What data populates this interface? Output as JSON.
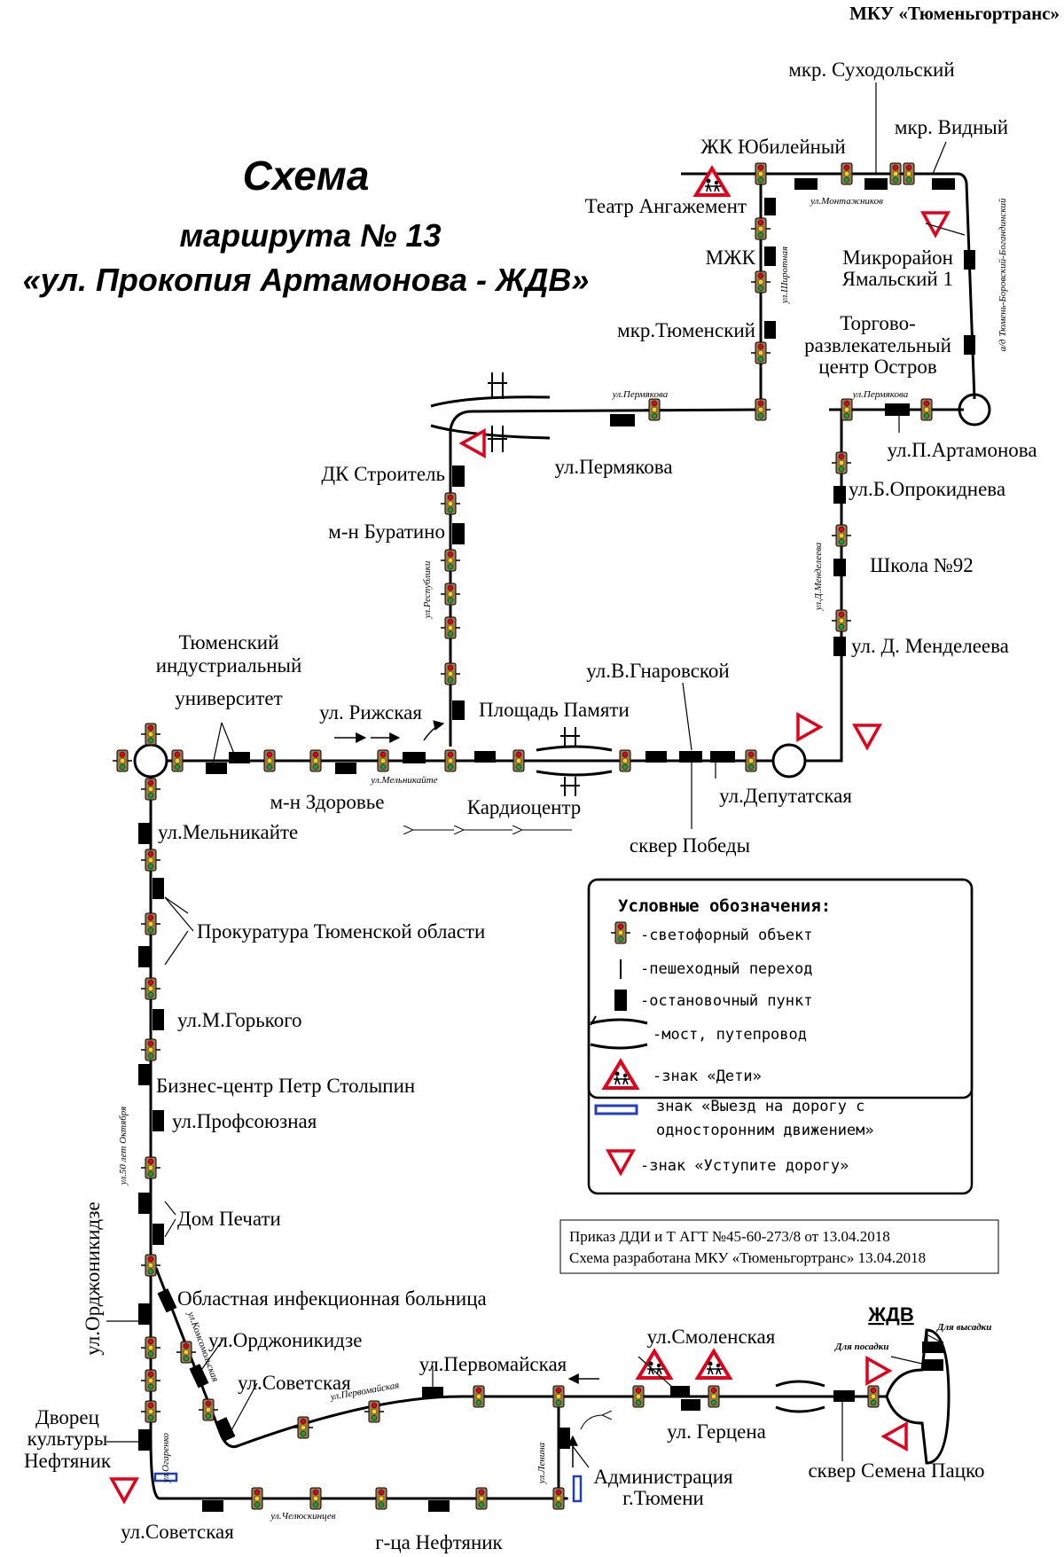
{
  "organization": "МКУ «Тюменьгортранс»",
  "title": {
    "line1": "Схема",
    "line2": "маршрута № 13",
    "line3": "«ул. Прокопия Артамонова - ЖДВ»"
  },
  "stops": {
    "sukhodolsky": "мкр. Суходольский",
    "vidny": "мкр. Видный",
    "zhk_yubileyny": "ЖК Юбилейный",
    "teatr": "Театр Ангажемент",
    "mzhk": "МЖК",
    "yamalsky_1": "Микрорайон",
    "yamalsky_2": "Ямальский 1",
    "tyumensky": "мкр.Тюменский",
    "ostrov_1": "Торгово-",
    "ostrov_2": "развлекательный",
    "ostrov_3": "центр Остров",
    "permyakova": "ул.Пермякова",
    "artamonova": "ул.П.Артамонова",
    "dk_stroitel": "ДК Строитель",
    "buratino": "м-н Буратино",
    "oprokidneva": "ул.Б.Опрокиднева",
    "shkola92": "Школа №92",
    "mendeleeva": "ул. Д. Менделеева",
    "tiu_1": "Тюменский",
    "tiu_2": "индустриальный",
    "tiu_3": "университет",
    "rizhskaya": "ул. Рижская",
    "ploshchad": "Площадь Памяти",
    "gnarovskoy": "ул.В.Гнаровской",
    "zdorovye": "м-н Здоровье",
    "kardiocentr": "Кардиоцентр",
    "deputatskaya": "ул.Депутатская",
    "skver_pobedy": "сквер Победы",
    "melnikayte": "ул.Мельникайте",
    "prokuratura": "Прокуратура Тюменской области",
    "gorkogo": "ул.М.Горького",
    "stolypin": "Бизнес-центр Петр Столыпин",
    "profsoyuznaya": "ул.Профсоюзная",
    "dom_pechati": "Дом Печати",
    "bolnitsa": "Областная инфекционная больница",
    "ordzhonikidze_stop": "ул.Орджоникидзе",
    "sovetskaya_1": "ул.Советская",
    "pervomayskaya": "ул.Первомайская",
    "smolenskaya": "ул.Смоленская",
    "zhdv": "ЖДВ",
    "dlya_vysadki": "Для высадки",
    "dlya_posadki": "Для посадки",
    "gertsena": "ул. Герцена",
    "administratsiya_1": "Администрация",
    "administratsiya_2": "г.Тюмени",
    "skver_patsko": "сквер Семена Пацко",
    "dvorets_1": "Дворец",
    "dvorets_2": "культуры",
    "dvorets_3": "Нефтяник",
    "ordzhonikidze_street": "ул.Орджоникидзе",
    "sovetskaya_2": "ул.Советская",
    "neftyanik_hotel": "г-ца Нефтяник"
  },
  "street_labels": {
    "montazhnikov": "ул.Монтажников",
    "shirotnaya": "ул.Широтная",
    "bor_bogandinsky": "а/д Тюмень-Боровский-Богандинский",
    "permyakova_w": "ул.Пермякова",
    "permyakova_e": "ул.Пермякова",
    "respubliki": "ул.Республики",
    "mendeleeva": "ул.Д.Менделеева",
    "melnikayte": "ул.Мельникайте",
    "oktyabrya": "ул.50 лет Октября",
    "komsomolskaya": "ул.Комсомольская",
    "pervomayskaya": "ул.Первомайская",
    "ogarenko": "ул.Огаренко",
    "cheloskintsev": "ул.Челюскинцев",
    "lenina": "ул.Ленина"
  },
  "legend": {
    "title": "Условные обозначения:",
    "items": [
      {
        "icon": "traffic-light",
        "text": "-светофорный объект"
      },
      {
        "icon": "pedestrian-crossing",
        "text": "-пешеходный переход"
      },
      {
        "icon": "bus-stop",
        "text": "-остановочный пункт"
      },
      {
        "icon": "bridge",
        "text": "-мост, путепровод"
      },
      {
        "icon": "children-sign",
        "text": "-знак «Дети»"
      },
      {
        "icon": "one-way-exit-sign",
        "text": "знак «Выезд на дорогу с"
      },
      {
        "icon": "one-way-exit-sign-cont",
        "text": "односторонним движением»"
      },
      {
        "icon": "yield-sign",
        "text": "-знак «Уступите дорогу»"
      }
    ]
  },
  "order": {
    "line1": "Приказ ДДИ и Т АГТ №45-60-273/8 от 13.04.2018",
    "line2": "Схема разработана МКУ «Тюменьгортранс» 13.04.2018"
  },
  "colors": {
    "road": "#000000",
    "sign_red": "#e2001a",
    "one_way_blue": "#1f3fbf",
    "traffic_light_body": "#8a6a3a"
  }
}
